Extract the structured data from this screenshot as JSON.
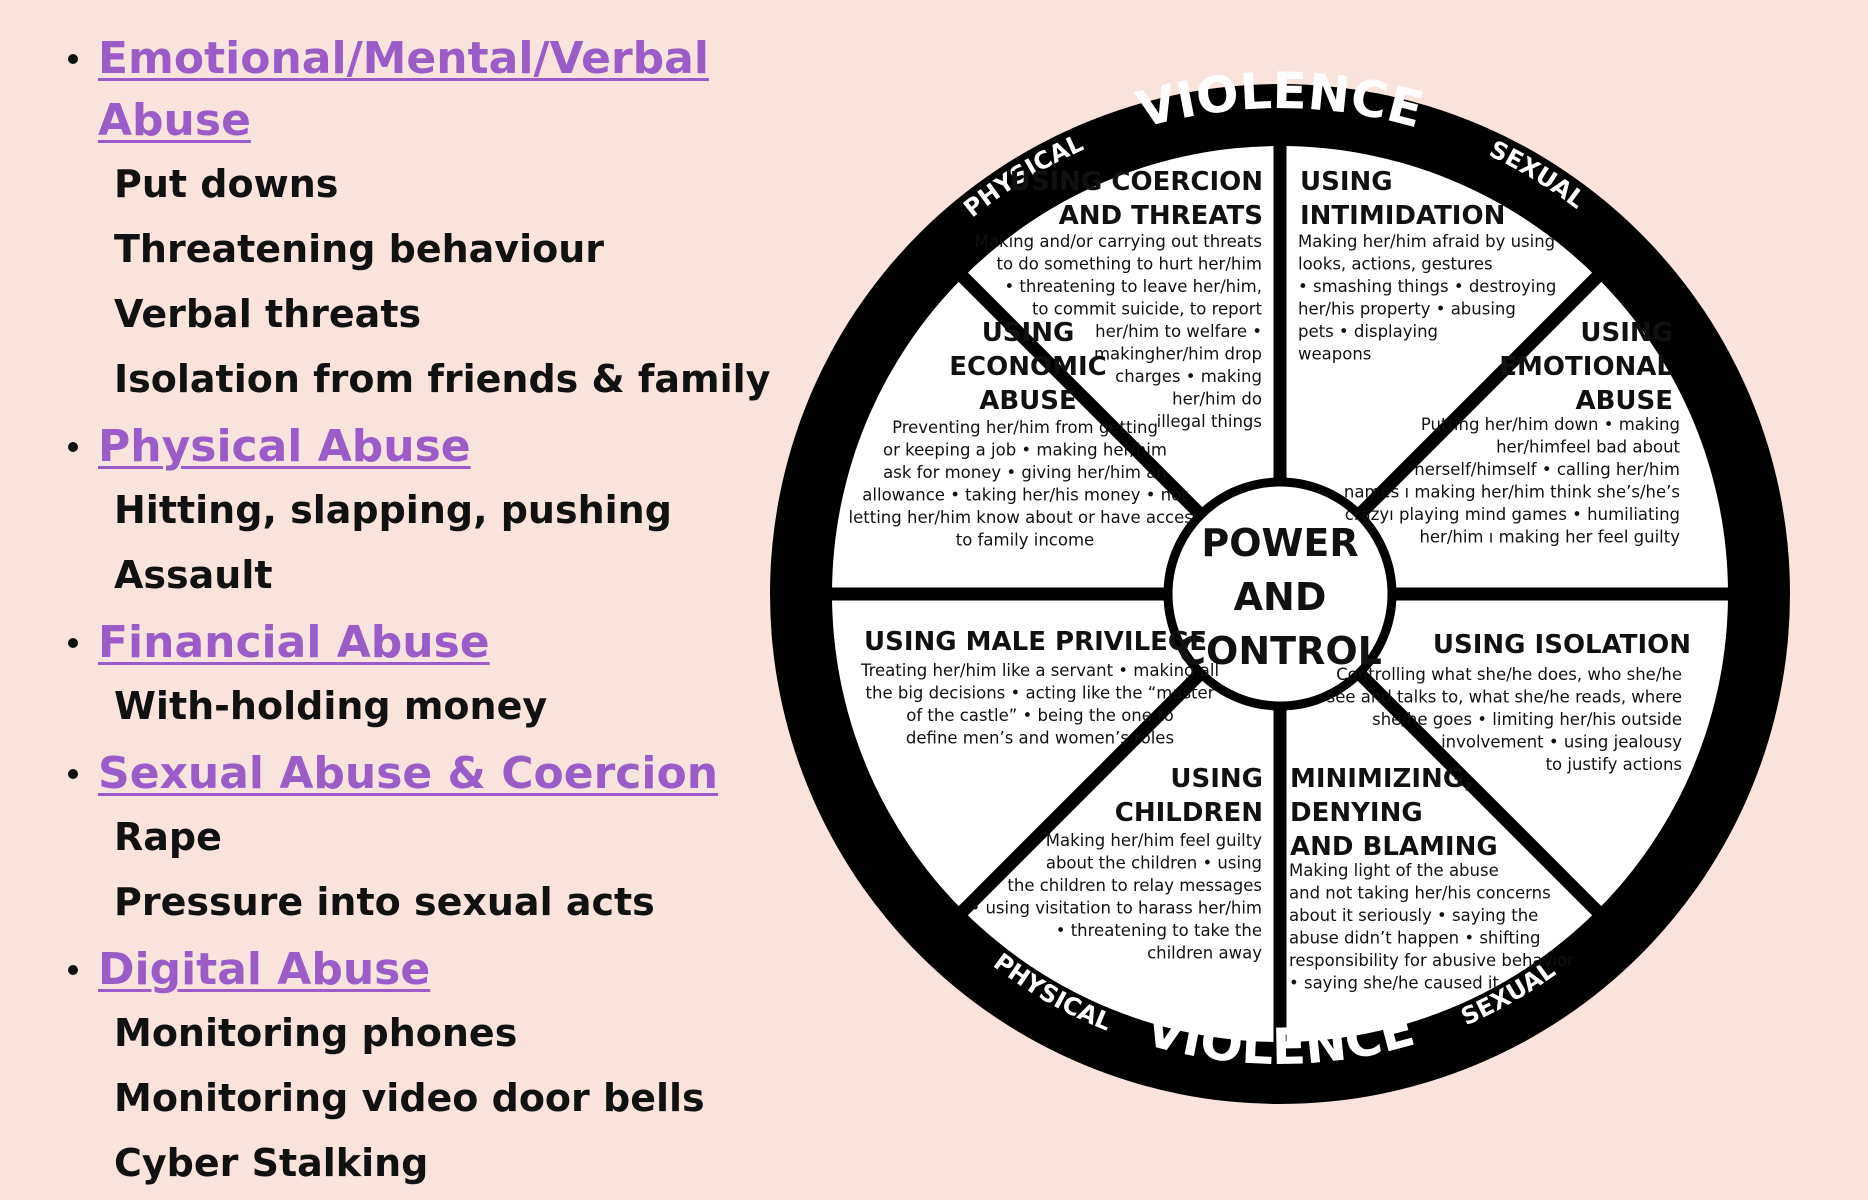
{
  "categories": [
    {
      "title": "Emotional/Mental/Verbal Abuse",
      "items": [
        "Put downs",
        "Threatening behaviour",
        "Verbal threats",
        "Isolation from friends & family"
      ]
    },
    {
      "title": "Physical Abuse",
      "items": [
        "Hitting, slapping, pushing",
        "Assault"
      ]
    },
    {
      "title": "Financial Abuse",
      "items": [
        "With-holding money"
      ]
    },
    {
      "title": "Sexual Abuse & Coercion",
      "items": [
        "Rape",
        "Pressure into sexual acts"
      ]
    },
    {
      "title": "Digital Abuse",
      "items": [
        "Monitoring phones",
        "Monitoring video door bells",
        "Cyber Stalking"
      ]
    }
  ],
  "wheel": {
    "rim": {
      "top_big": "VIOLENCE",
      "top_left": "PHYSICAL",
      "top_right": "SEXUAL",
      "bottom_big": "VIOLENCE",
      "bottom_left": "PHYSICAL",
      "bottom_right": "SEXUAL"
    },
    "hub": [
      "POWER",
      "AND",
      "CONTROL"
    ],
    "segments": [
      {
        "title": [
          "USING COERCION",
          "AND THREATS"
        ],
        "text": [
          "Making and/or carrying out threats",
          "to do something to hurt her/him",
          "• threatening to leave her/him,",
          "to commit suicide, to report",
          "her/him to welfare •",
          "makingher/him drop",
          "charges • making",
          "her/him do",
          "illegal things"
        ]
      },
      {
        "title": [
          "USING",
          "INTIMIDATION"
        ],
        "text": [
          "Making her/him afraid by using",
          "looks, actions, gestures",
          "• smashing things • destroying",
          "her/his property • abusing",
          "pets • displaying",
          "weapons"
        ]
      },
      {
        "title": [
          "USING",
          "EMOTIONAL",
          "ABUSE"
        ],
        "text": [
          "Putting her/him down • making",
          "her/himfeel bad about",
          "herself/himself • calling her/him",
          "names ı making her/him think she’s/he’s",
          "crazyı playing mind games • humiliating",
          "her/him ı making her feel guilty"
        ]
      },
      {
        "title": [
          "USING ISOLATION"
        ],
        "text": [
          "Controlling what she/he does, who she/he",
          "see and talks to, what she/he reads, where",
          "she/he goes • limiting her/his outside",
          "involvement • using jealousy",
          "to justify actions"
        ]
      },
      {
        "title": [
          "MINIMIZING,",
          "DENYING",
          "AND BLAMING"
        ],
        "text": [
          "Making light of the abuse",
          "and not taking her/his concerns",
          "about it seriously • saying the",
          "abuse didn’t happen • shifting",
          "responsibility for abusive behavior",
          "• saying she/he caused it"
        ]
      },
      {
        "title": [
          "USING",
          "CHILDREN"
        ],
        "text": [
          "Making her/him feel guilty",
          "about the children • using",
          "the children to relay messages",
          "• using visitation to harass her/him",
          "• threatening to take the",
          "children away"
        ]
      },
      {
        "title": [
          "USING MALE PRIVILEGE"
        ],
        "text": [
          "Treating her/him like a servant • making all",
          "the big decisions • acting like the “master",
          "of the castle” • being the one to",
          "define men’s and women’s roles"
        ]
      },
      {
        "title": [
          "USING",
          "ECONOMIC",
          "ABUSE"
        ],
        "text": [
          "Preventing her/him from getting",
          "or keeping a job • making her/him",
          "ask for money • giving her/him an",
          "allowance • taking her/his money • not",
          "letting her/him know about or have access",
          "to family income"
        ]
      }
    ]
  }
}
